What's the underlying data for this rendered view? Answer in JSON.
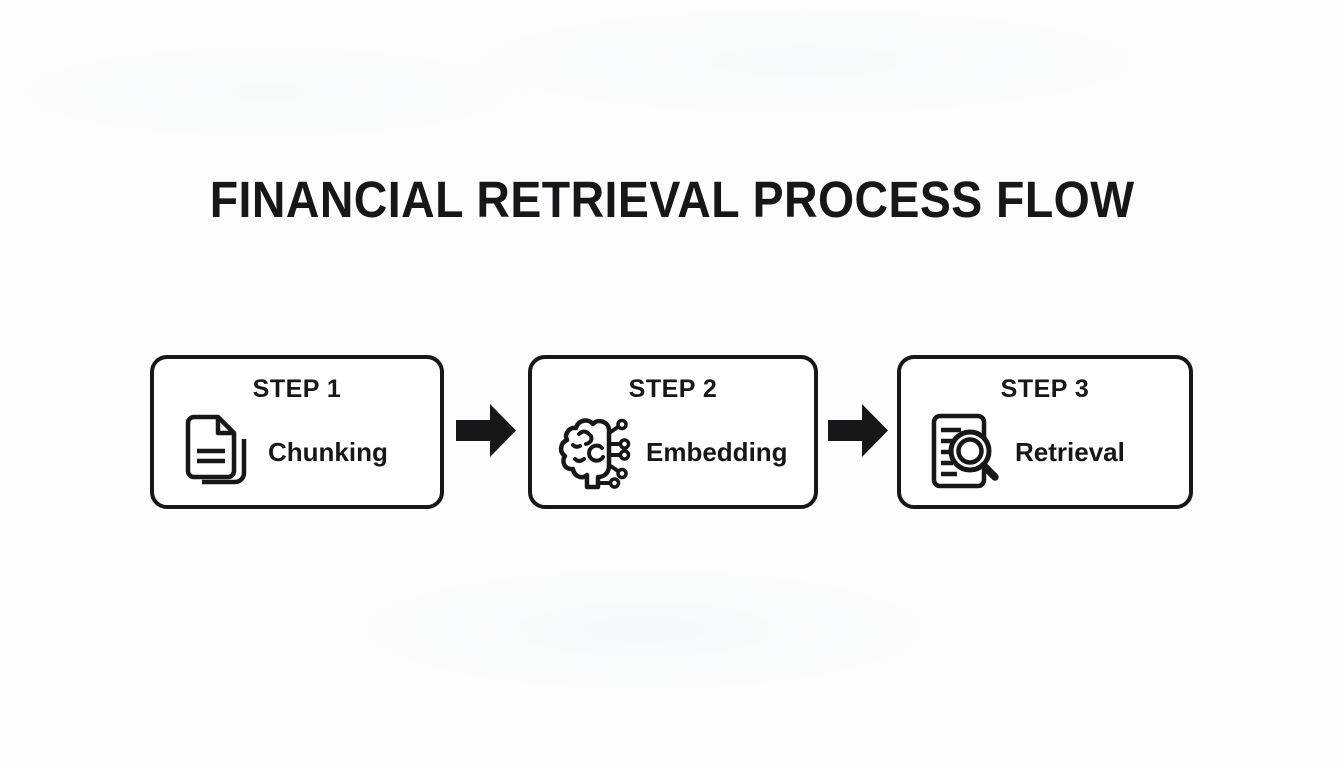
{
  "meta": {
    "background": "#fdfdfd",
    "ink": "#17171a",
    "box_fill": "#ffffff"
  },
  "title": "FINANCIAL RETRIEVAL PROCESS FLOW",
  "flow": {
    "steps": [
      {
        "step": "STEP 1",
        "label": "Chunking",
        "icon": "documents-icon"
      },
      {
        "step": "STEP 2",
        "label": "Embedding",
        "icon": "ai-brain-circuit-icon"
      },
      {
        "step": "STEP 3",
        "label": "Retrieval",
        "icon": "document-search-icon"
      }
    ],
    "connectors": [
      "arrow-right",
      "arrow-right"
    ]
  }
}
